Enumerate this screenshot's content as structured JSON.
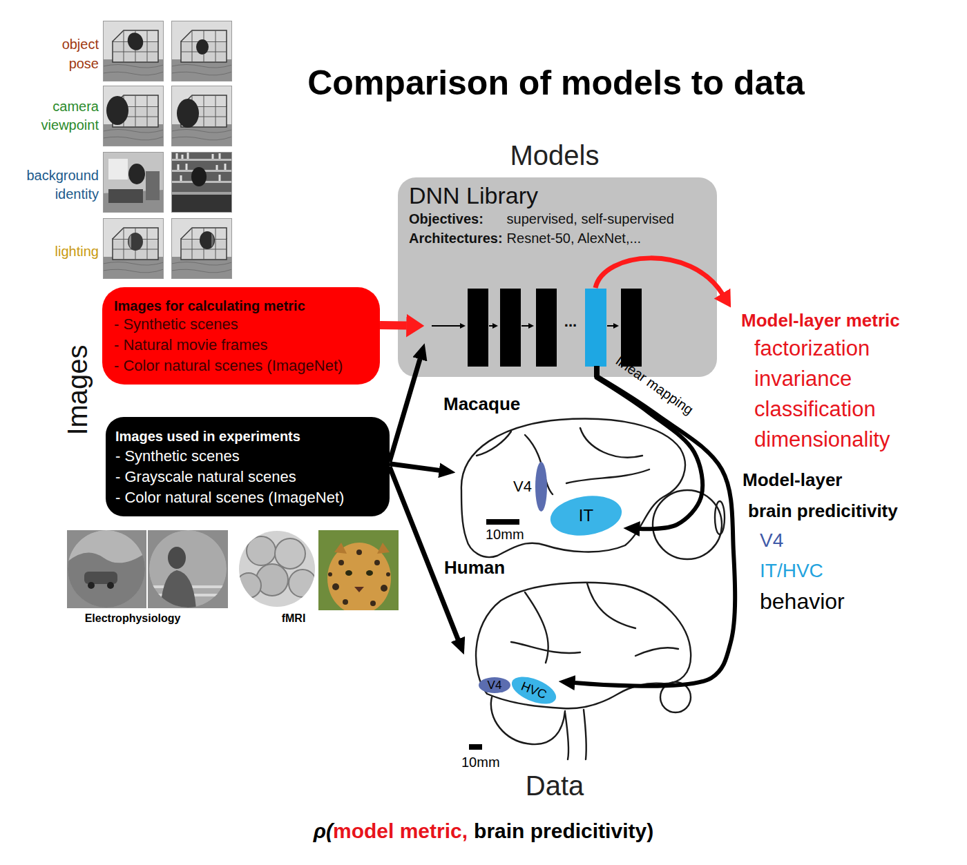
{
  "diagram": {
    "title": "Comparison of models to data",
    "nodes": [
      {
        "text": [
          "DNN Library",
          "Objectives:",
          "supervised, self-supervised",
          "Architectures:",
          "Resnet-50, AlexNet,..."
        ]
      },
      {
        "text": [
          "Images for calculating metric",
          "- Synthetic scenes",
          "- Natural movie frames",
          "- Color natural scenes (ImageNet)"
        ]
      },
      {
        "text": [
          "Images used in experiments",
          "- Synthetic scenes",
          "- Grayscale natural scenes",
          "- Color natural scenes (ImageNet)"
        ]
      },
      {
        "text": [
          "Macaque"
        ]
      },
      {
        "text": [
          "V4"
        ],
        "in": 3
      },
      {
        "text": [
          "IT"
        ],
        "in": 3
      },
      {
        "text": [
          "Human"
        ]
      },
      {
        "text": [
          "V4"
        ],
        "in": 6
      },
      {
        "text": [
          "HVC"
        ],
        "in": 6
      }
    ],
    "edges": [
      {
        "from": 1,
        "to": 0,
        "arrow": "to"
      },
      {
        "from": 2,
        "to": 0,
        "arrow": "to"
      },
      {
        "from": 2,
        "to": 3,
        "arrow": "to"
      },
      {
        "from": 2,
        "to": 6,
        "arrow": "to"
      },
      {
        "from": 0,
        "to": 5,
        "arrow": "to",
        "label": "linear mapping"
      },
      {
        "from": 0,
        "to": 8,
        "arrow": "to"
      }
    ],
    "labels": [
      "object pose",
      "camera viewpoint",
      "background identity",
      "lighting",
      "Images",
      "Models",
      "...",
      "Model-layer metric",
      "factorization",
      "invariance",
      "classification",
      "dimensionality",
      "Model-layer",
      "brain predicitivity",
      "V4",
      "IT/HVC",
      "behavior",
      "Electrophysiology",
      "fMRI",
      "10mm",
      "10mm",
      "Data",
      "ρ(",
      "model metric,",
      "brain predicitivity)"
    ]
  }
}
